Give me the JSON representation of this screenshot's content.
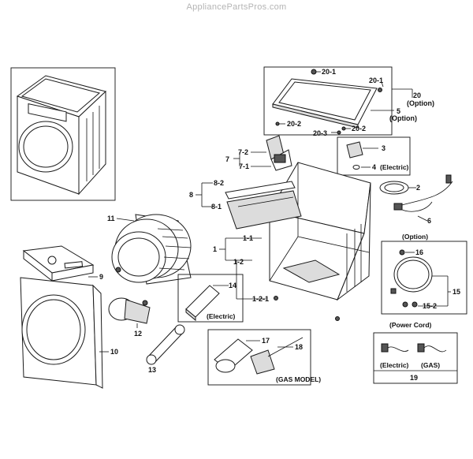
{
  "watermark": "AppliancePartsPros.com",
  "labels": {
    "l20_1a": "20-1",
    "l20_1b": "20-1",
    "l20": "20",
    "l20opt": "(Option)",
    "l5": "5",
    "l5opt": "(Option)",
    "l20_2a": "20-2",
    "l20_3": "20-3",
    "l20_2b": "20-2",
    "l7_2": "7-2",
    "l7": "7",
    "l7_1": "7-1",
    "l3": "3",
    "l4": "4",
    "l3elec": "(Electric)",
    "l8": "8",
    "l8_2": "8-2",
    "l8_1": "8-1",
    "l2": "2",
    "l6": "6",
    "l11": "11",
    "l1_1": "1-1",
    "l1": "1",
    "l1_2": "1-2",
    "l1_2_1": "1-2-1",
    "lopt": "(Option)",
    "l16": "16",
    "l15": "15",
    "l15_2": "15-2",
    "l9": "9",
    "l14": "14",
    "l14elec": "(Electric)",
    "l12": "12",
    "l10": "10",
    "l13": "13",
    "l17": "17",
    "l18": "18",
    "lgas": "(GAS MODEL)",
    "lpower": "(Power Cord)",
    "lelec": "(Electric)",
    "lgas2": "(GAS)",
    "l19": "19"
  }
}
